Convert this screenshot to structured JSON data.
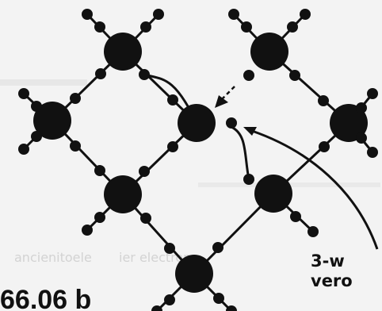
{
  "figure": {
    "figure_number": "66.06 b",
    "annotation_line1": "3-w",
    "annotation_line2": "vero",
    "faded_text": "ier electron"
  },
  "colors": {
    "background": "#f3f3f3",
    "ink": "#111111",
    "faded": "#d3d3d3"
  }
}
